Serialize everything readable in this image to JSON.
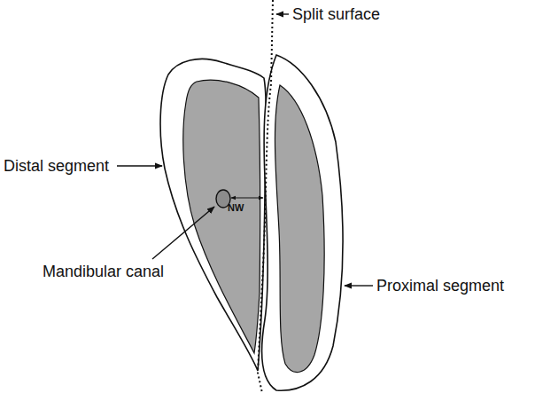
{
  "diagram": {
    "labels": [
      "Split surface",
      "Distal segment",
      "Mandibular canal",
      "Proximal segment",
      "NW"
    ]
  }
}
